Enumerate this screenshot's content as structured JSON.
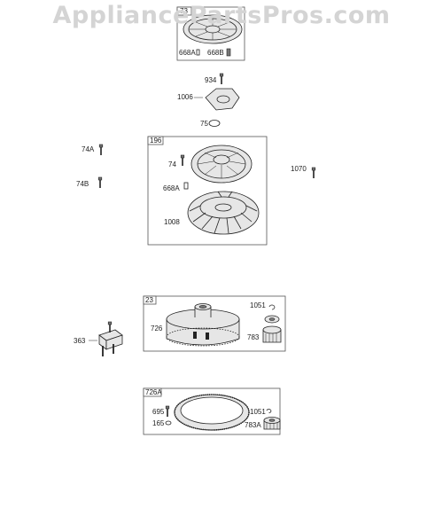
{
  "watermark": "AppliancePartsPros.com",
  "parts": {
    "p73": "73",
    "p668A_top": "668A",
    "p668B": "668B",
    "p934": "934",
    "p1006": "1006",
    "p75": "75",
    "p74A": "74A",
    "p74B": "74B",
    "p196": "196",
    "p74": "74",
    "p668A_mid": "668A",
    "p1008": "1008",
    "p1070": "1070",
    "p23": "23",
    "p1051_a": "1051",
    "p726": "726",
    "p783": "783",
    "p363": "363",
    "p726A": "726A",
    "p695": "695",
    "p165": "165",
    "p1051_b": "1051",
    "p783A": "783A"
  },
  "colors": {
    "line": "#222222",
    "box": "#555555",
    "watermark": "#d4d4d4"
  }
}
